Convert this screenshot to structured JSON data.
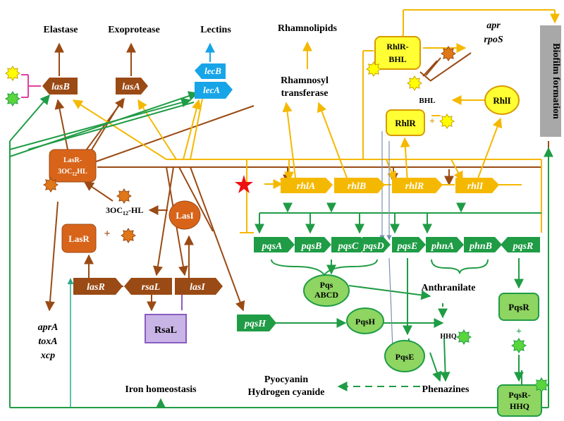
{
  "colors": {
    "las": "#9a4a14",
    "las_box": "#d8641a",
    "rhl": "#f5b800",
    "rhl_box": "#ffff33",
    "pqs": "#1f9c45",
    "pqs_box": "#8ed562",
    "lec": "#17a5e8",
    "rsal": "#8a5cc0",
    "rsal_box": "#c9b4e6",
    "sig_orange": "#e07818",
    "sig_yellow": "#ffff00",
    "sig_green": "#5ad63c",
    "star": "#ee1111",
    "biofilm_box": "#a8a8a8"
  },
  "products": {
    "elastase": "Elastase",
    "exoprotease": "Exoprotease",
    "lectins": "Lectins",
    "rhamnolipids": "Rhamnolipids",
    "rhamnosyl": [
      "Rhamnosyl",
      "transferase"
    ],
    "apr_rpos": [
      "apr",
      "rpoS"
    ],
    "biofilm": "Biofilm formation",
    "aprA_toxA_xcp": [
      "aprA",
      "toxA",
      "xcp"
    ],
    "iron": "Iron homeostasis",
    "pyocyanin": [
      "Pyocyanin",
      "Hydrogen cyanide"
    ],
    "phenazines": "Phenazines",
    "anthranilate": "Anthranilate",
    "hhq": "HHQ",
    "bhl": "BHL"
  },
  "genes": {
    "lasB": "lasB",
    "lasA": "lasA",
    "lecB": "lecB",
    "lecA": "lecA",
    "rhlA": "rhlA",
    "rhlB": "rhlB",
    "rhlR": "rhlR",
    "rhlI": "rhlI",
    "pqsA": "pqsA",
    "pqsB": "pqsB",
    "pqsC": "pqsC",
    "pqsD": "pqsD",
    "pqsE": "pqsE",
    "phnA": "phnA",
    "phnB": "phnB",
    "pqsR": "pqsR",
    "lasR": "lasR",
    "rsaL": "rsaL",
    "lasI": "lasI",
    "pqsH": "pqsH"
  },
  "proteins": {
    "lasR_complex": [
      "LasR-",
      "3OC",
      "12",
      "HL"
    ],
    "ohl": [
      "3OC",
      "12",
      "-HL"
    ],
    "lasR": "LasR",
    "lasI": "LasI",
    "rsaL": "RsaL",
    "rhlR_bhl": [
      "RhlR-",
      "BHL"
    ],
    "rhlR": "RhlR",
    "rhlI": "RhlI",
    "pqs_abcd": [
      "Pqs",
      "ABCD"
    ],
    "pqsH": "PqsH",
    "pqsE": "PqsE",
    "pqsR": "PqsR",
    "pqsR_hhq": [
      "PqsR-",
      "HHQ"
    ],
    "plus": "+"
  }
}
